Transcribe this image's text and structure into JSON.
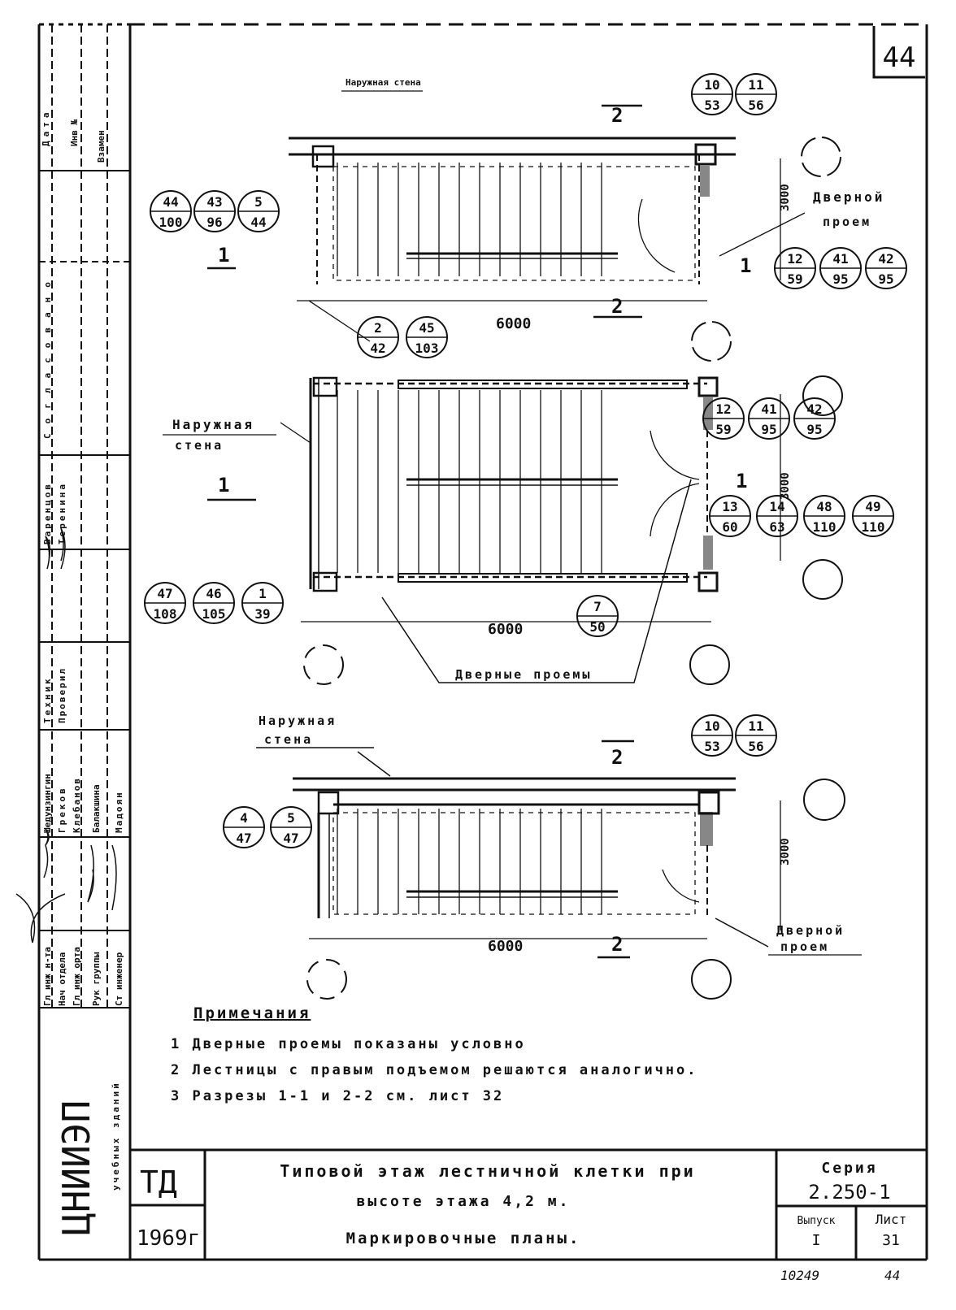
{
  "sheet_number": "44",
  "page_footer": {
    "left": "10249",
    "right": "44"
  },
  "colors": {
    "ink": "#111111",
    "paper": "#ffffff"
  },
  "left_margin": {
    "top_block": [
      "Дата",
      "Инв №",
      "Взамен"
    ],
    "approval": "Согласовано",
    "persons": [
      "Варенцов",
      "Теренина"
    ],
    "check": [
      "Техник",
      "Проверил"
    ],
    "roles": [
      "Гл инж н-та",
      "Нач отдела",
      "Гл инж орта",
      "Рук группы",
      "Ст инженер"
    ],
    "names": [
      "Шедунзингин",
      "Греков",
      "Клебанов",
      "Балакшина",
      "Мадоян"
    ],
    "org": "ЦНИИЭП",
    "org_sub": "учебных зданий"
  },
  "title_block": {
    "td": "ТД",
    "year": "1969г",
    "title_lines": [
      "Типовой этаж лестничной клетки при",
      "высоте этажа 4,2 м.",
      "Маркировочные планы."
    ],
    "series_label": "Серия",
    "series_value": "2.250-1",
    "issue_label": "Выпуск",
    "issue_value": "I",
    "sheet_label": "Лист",
    "sheet_value": "31"
  },
  "plans": {
    "dim_main": "6000",
    "dim_side": "3000",
    "labels": {
      "outer_wall_top": "Наружная стена",
      "door_open_1": [
        "Дверной",
        "проем"
      ],
      "outer_wall_mid": [
        "Наружная",
        "стена"
      ],
      "doors_mid": "Дверные проемы",
      "outer_wall_bot": [
        "Наружная",
        "стена"
      ],
      "door_open_3": [
        "Дверной",
        "проем"
      ]
    },
    "section_marks": {
      "s1": "1",
      "s2": "2"
    },
    "markers": [
      {
        "top": "10",
        "bottom": "53"
      },
      {
        "top": "11",
        "bottom": "56"
      },
      {
        "top": "44",
        "bottom": "100"
      },
      {
        "top": "43",
        "bottom": "96"
      },
      {
        "top": "5",
        "bottom": "44"
      },
      {
        "top": "12",
        "bottom": "59"
      },
      {
        "top": "41",
        "bottom": "95"
      },
      {
        "top": "42",
        "bottom": "95"
      },
      {
        "top": "2",
        "bottom": "42"
      },
      {
        "top": "45",
        "bottom": "103"
      },
      {
        "top": "12",
        "bottom": "59"
      },
      {
        "top": "41",
        "bottom": "95"
      },
      {
        "top": "42",
        "bottom": "95"
      },
      {
        "top": "13",
        "bottom": "60"
      },
      {
        "top": "14",
        "bottom": "63"
      },
      {
        "top": "48",
        "bottom": "110"
      },
      {
        "top": "49",
        "bottom": "110"
      },
      {
        "top": "47",
        "bottom": "108"
      },
      {
        "top": "46",
        "bottom": "105"
      },
      {
        "top": "1",
        "bottom": "39"
      },
      {
        "top": "7",
        "bottom": "50"
      },
      {
        "top": "10",
        "bottom": "53"
      },
      {
        "top": "11",
        "bottom": "56"
      },
      {
        "top": "4",
        "bottom": "47"
      },
      {
        "top": "5",
        "bottom": "47"
      }
    ]
  },
  "notes": {
    "heading": "Примечания",
    "items": [
      "1 Дверные проемы показаны условно",
      "2 Лестницы с правым подъемом решаются аналогично.",
      "3 Разрезы 1-1 и 2-2 см. лист 32"
    ]
  }
}
